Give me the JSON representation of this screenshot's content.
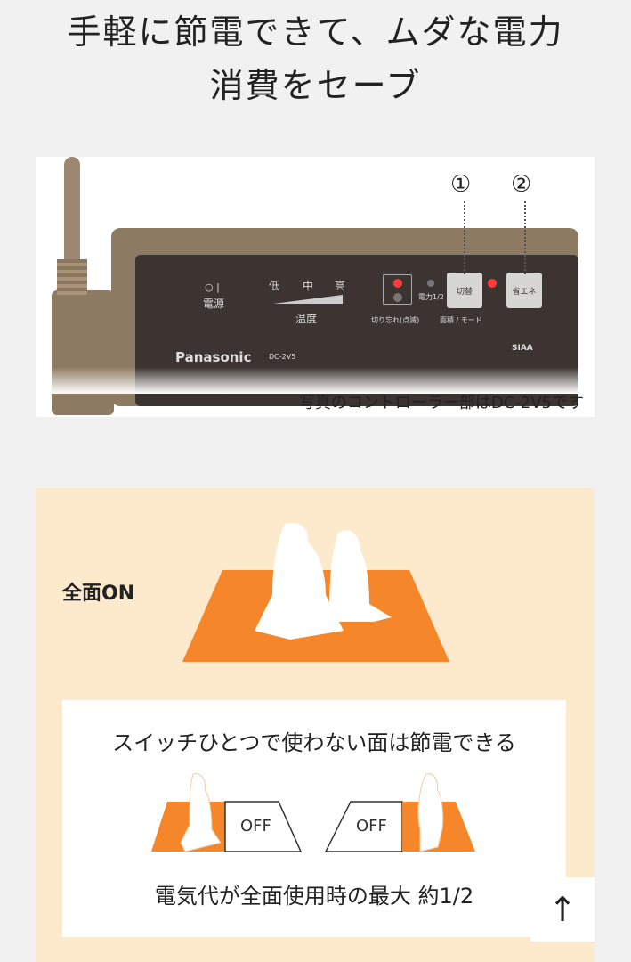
{
  "heading": {
    "line1": "手軽に節電できて、ムダな電力",
    "line2": "消費をセーブ"
  },
  "controller": {
    "power_symbols": "○ |",
    "power_label": "電源",
    "temp_low": "低",
    "temp_mid": "中",
    "temp_high": "高",
    "temp_label": "温度",
    "half_power": "電力1/2",
    "forgot_off": "切り忘れ(点滅)",
    "area_mode": "面積 / モード",
    "switch_button": "切替",
    "eco_button": "省エネ",
    "brand": "Panasonic",
    "model": "DC-2V5",
    "siaa": "SIAA",
    "callout_1": "①",
    "callout_2": "②"
  },
  "photo_caption": "写真のコントローラー部はDC-2V5です",
  "feature": {
    "full_on_label": "全面ON",
    "card_heading": "スイッチひとつで使わない面は節電できる",
    "off_left": "OFF",
    "off_right": "OFF",
    "card_footer": "電気代が全面使用時の最大 約1/2"
  },
  "scroll_top": "↑",
  "colors": {
    "orange": "#f5862a",
    "panel_bg": "#fde9cc",
    "led_red": "#ff3b3b"
  }
}
